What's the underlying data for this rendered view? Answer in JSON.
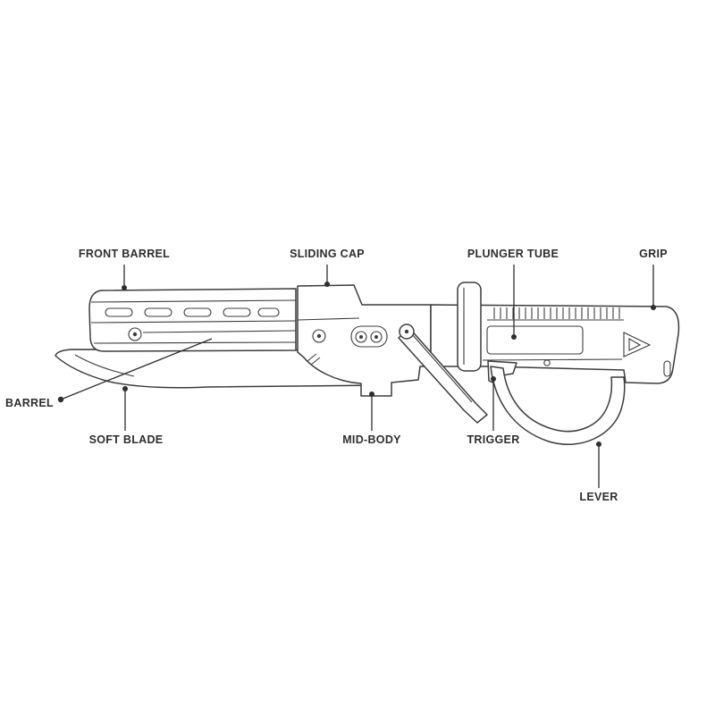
{
  "diagram": {
    "colors": {
      "background": "#ffffff",
      "line": "#3c3c3c",
      "label_text": "#2e2e2e"
    },
    "labels": [
      {
        "id": "front-barrel",
        "text": "FRONT BARREL"
      },
      {
        "id": "sliding-cap",
        "text": "SLIDING CAP"
      },
      {
        "id": "plunger-tube",
        "text": "PLUNGER TUBE"
      },
      {
        "id": "grip",
        "text": "GRIP"
      },
      {
        "id": "barrel",
        "text": "BARREL"
      },
      {
        "id": "soft-blade",
        "text": "SOFT BLADE"
      },
      {
        "id": "mid-body",
        "text": "MID-BODY"
      },
      {
        "id": "trigger",
        "text": "TRIGGER"
      },
      {
        "id": "lever",
        "text": "LEVER"
      }
    ]
  }
}
